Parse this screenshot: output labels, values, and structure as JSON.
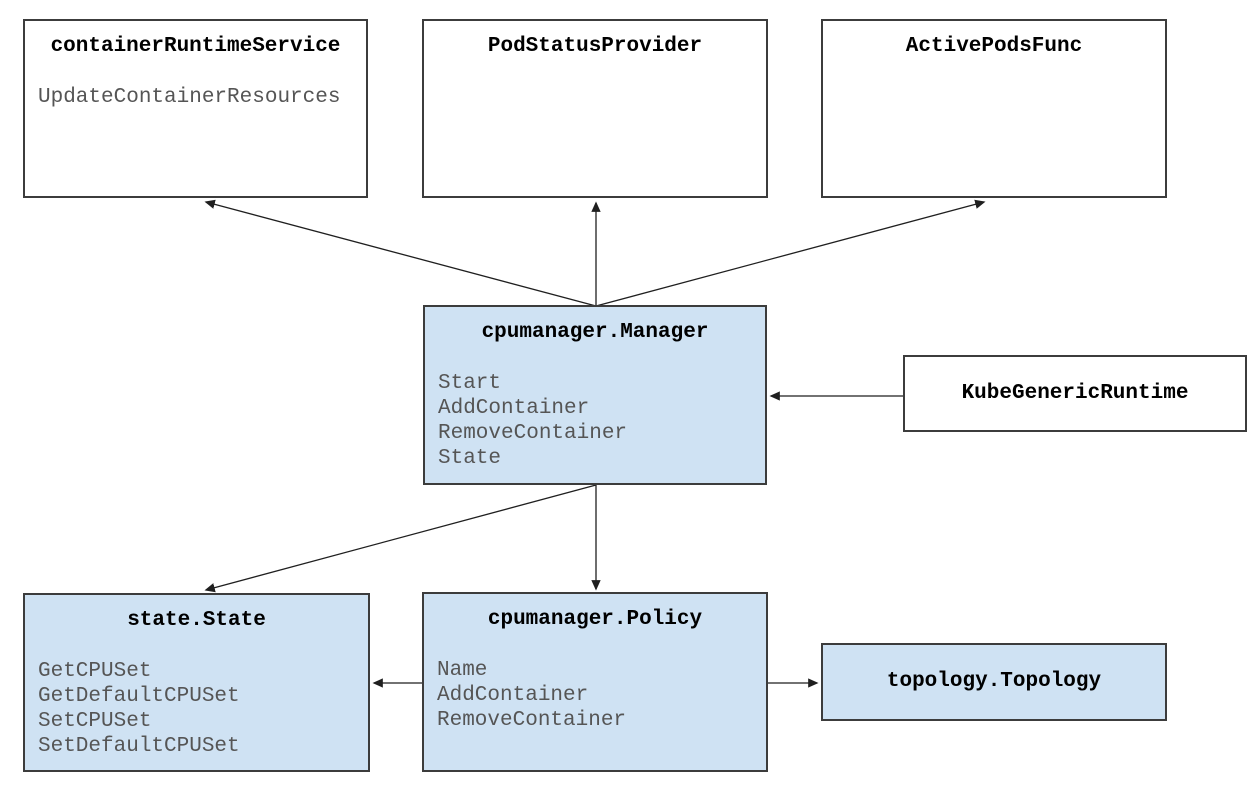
{
  "diagram": {
    "colors": {
      "page_background": "#ffffff",
      "highlight_fill": "#cfe2f3",
      "plain_fill": "#ffffff",
      "box_border": "#3c3c3c",
      "title_text": "#000000",
      "method_text": "#555555",
      "connector": "#1f1f1f"
    },
    "boxes": {
      "container_runtime_service": {
        "title": "containerRuntimeService",
        "methods": [
          "UpdateContainerResources"
        ]
      },
      "pod_status_provider": {
        "title": "PodStatusProvider",
        "methods": []
      },
      "active_pods_func": {
        "title": "ActivePodsFunc",
        "methods": []
      },
      "cpumanager_manager": {
        "title": "cpumanager.Manager",
        "methods": [
          "Start",
          "AddContainer",
          "RemoveContainer",
          "State"
        ]
      },
      "kube_generic_runtime": {
        "title": "KubeGenericRuntime",
        "methods": []
      },
      "state_state": {
        "title": "state.State",
        "methods": [
          "GetCPUSet",
          "GetDefaultCPUSet",
          "SetCPUSet",
          "SetDefaultCPUSet"
        ]
      },
      "cpumanager_policy": {
        "title": "cpumanager.Policy",
        "methods": [
          "Name",
          "AddContainer",
          "RemoveContainer"
        ]
      },
      "topology_topology": {
        "title": "topology.Topology",
        "methods": []
      }
    },
    "connectors": [
      {
        "from": "cpumanager.Manager",
        "to": "containerRuntimeService"
      },
      {
        "from": "cpumanager.Manager",
        "to": "PodStatusProvider"
      },
      {
        "from": "cpumanager.Manager",
        "to": "ActivePodsFunc"
      },
      {
        "from": "KubeGenericRuntime",
        "to": "cpumanager.Manager"
      },
      {
        "from": "cpumanager.Manager",
        "to": "state.State"
      },
      {
        "from": "cpumanager.Manager",
        "to": "cpumanager.Policy"
      },
      {
        "from": "cpumanager.Policy",
        "to": "state.State"
      },
      {
        "from": "cpumanager.Policy",
        "to": "topology.Topology"
      }
    ]
  }
}
